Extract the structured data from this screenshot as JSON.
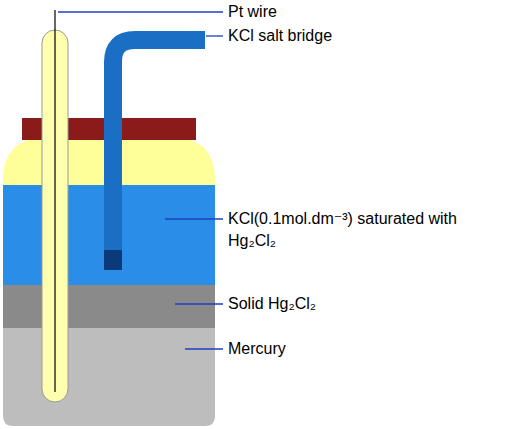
{
  "diagram": {
    "labels": [
      "Pt wire",
      "KCl salt bridge",
      "KCl(0.1mol.dm⁻³) saturated with Hg₂Cl₂",
      "Solid Hg₂Cl₂",
      "Mercury"
    ]
  }
}
